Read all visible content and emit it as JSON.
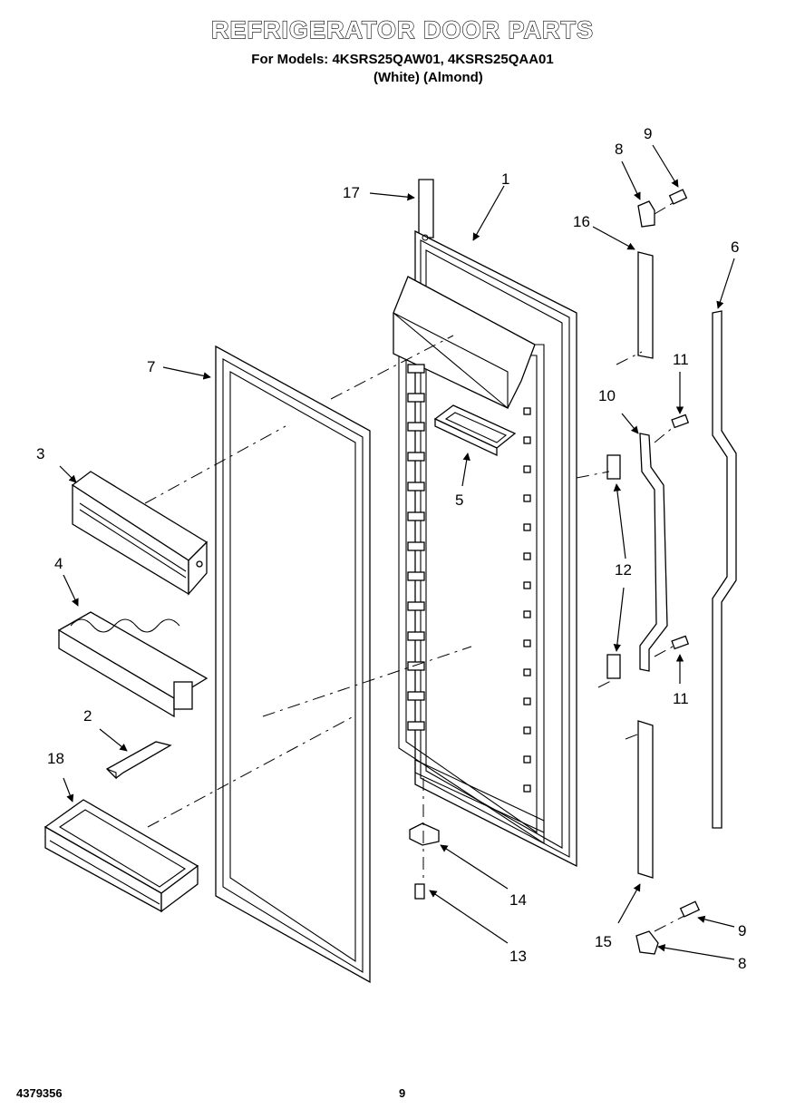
{
  "header": {
    "title": "REFRIGERATOR DOOR PARTS",
    "models_line": "For Models: 4KSRS25QAW01, 4KSRS25QAA01",
    "colors_line": "(White)   (Almond)"
  },
  "footer": {
    "doc_number": "4379356",
    "page_number": "9"
  },
  "callouts": [
    "1",
    "2",
    "3",
    "4",
    "5",
    "6",
    "7",
    "8",
    "9",
    "10",
    "11",
    "12",
    "13",
    "14",
    "15",
    "16",
    "17",
    "18"
  ]
}
